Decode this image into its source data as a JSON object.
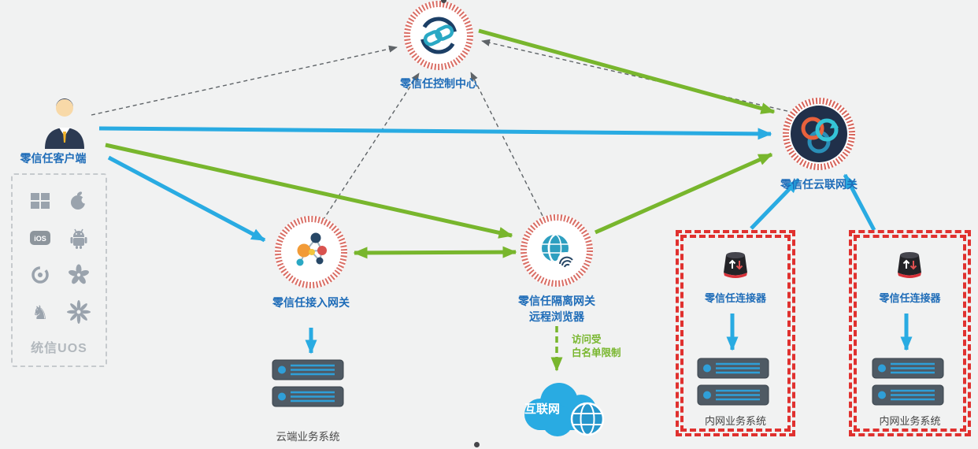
{
  "diagram": {
    "colors": {
      "blue": "#29abe2",
      "green": "#78b62d",
      "gray_dashed": "#5f6468",
      "label_blue": "#1e6cb8",
      "red_box": "#e0312f",
      "red_ring": "#cf4a3e",
      "caption_gray": "#4a4a4a",
      "os_gray": "#9aa3ad"
    },
    "nodes": {
      "control_center": {
        "label": "零信任控制中心"
      },
      "client": {
        "label": "零信任客户端"
      },
      "access_gateway": {
        "label": "零信任接入网关"
      },
      "isolation_gateway": {
        "label": "零信任隔离网关",
        "label2": "远程浏览器"
      },
      "cloud_gateway": {
        "label": "零信任云联网关"
      },
      "cloud_servers": {
        "label": "云端业务系统"
      },
      "internet": {
        "label": "互联网"
      },
      "connector1": {
        "label": "零信任连接器",
        "servers_label": "内网业务系统"
      },
      "connector2": {
        "label": "零信任连接器",
        "servers_label": "内网业务系统"
      }
    },
    "client_os_panel": {
      "footer": "统信UOS",
      "ios_label": "iOS",
      "icons": [
        "windows-icon",
        "apple-icon",
        "ios-icon",
        "android-icon",
        "linux-swirl-icon",
        "pinwheel-flower-icon",
        "kylin-horse-icon",
        "huawei-flower-icon"
      ]
    },
    "icon_glyphs": {
      "kylin": "♞"
    },
    "annotations": {
      "whitelist_line1": "访问受",
      "whitelist_line2": "白名单限制"
    },
    "edges": [
      {
        "id": "client-control",
        "from": "client",
        "to": "control_center",
        "style": "dashed-gray"
      },
      {
        "id": "access-control",
        "from": "access_gateway",
        "to": "control_center",
        "style": "dashed-gray"
      },
      {
        "id": "isolation-control",
        "from": "isolation_gateway",
        "to": "control_center",
        "style": "dashed-gray"
      },
      {
        "id": "cloud-control",
        "from": "cloud_gateway",
        "to": "control_center",
        "style": "dashed-gray"
      },
      {
        "id": "client-cloudgw",
        "from": "client",
        "to": "cloud_gateway",
        "style": "blue"
      },
      {
        "id": "client-accessgw",
        "from": "client",
        "to": "access_gateway",
        "style": "blue"
      },
      {
        "id": "client-isolationgw",
        "from": "client",
        "to": "isolation_gateway",
        "style": "green"
      },
      {
        "id": "control-cloudgw",
        "from": "control_center",
        "to": "cloud_gateway",
        "style": "green"
      },
      {
        "id": "isolation-accessgw",
        "from": "isolation_gateway",
        "to": "access_gateway",
        "style": "green",
        "bidirectional": true
      },
      {
        "id": "isolation-cloudgw",
        "from": "isolation_gateway",
        "to": "cloud_gateway",
        "style": "green"
      },
      {
        "id": "isolation-internet",
        "from": "isolation_gateway",
        "to": "internet",
        "style": "green-dashed"
      },
      {
        "id": "accessgw-servers",
        "from": "access_gateway",
        "to": "cloud_servers",
        "style": "blue"
      },
      {
        "id": "connector1-cloudgw",
        "from": "connector1",
        "to": "cloud_gateway",
        "style": "blue"
      },
      {
        "id": "connector2-cloudgw",
        "from": "connector2",
        "to": "cloud_gateway",
        "style": "blue"
      },
      {
        "id": "connector1-servers",
        "from": "connector1",
        "to": "connector1",
        "style": "blue"
      },
      {
        "id": "connector2-servers",
        "from": "connector2",
        "to": "connector2",
        "style": "blue"
      }
    ]
  }
}
